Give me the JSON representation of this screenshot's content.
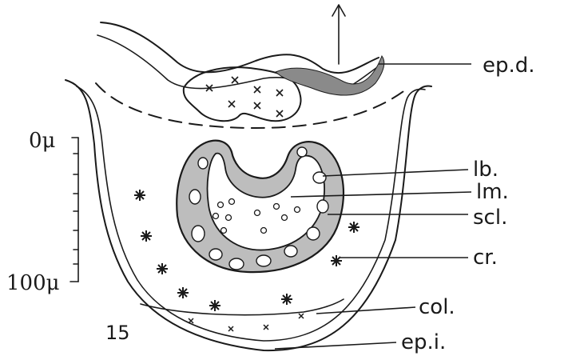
{
  "figure_number": "15",
  "scale_bar": {
    "top_label": "0μ",
    "bottom_label": "100μ"
  },
  "labels": {
    "ep_d": "ep.d.",
    "lb": "lb.",
    "lm": "lm.",
    "scl": "scl.",
    "cr": "cr.",
    "col": "col.",
    "ep_i": "ep.i."
  }
}
